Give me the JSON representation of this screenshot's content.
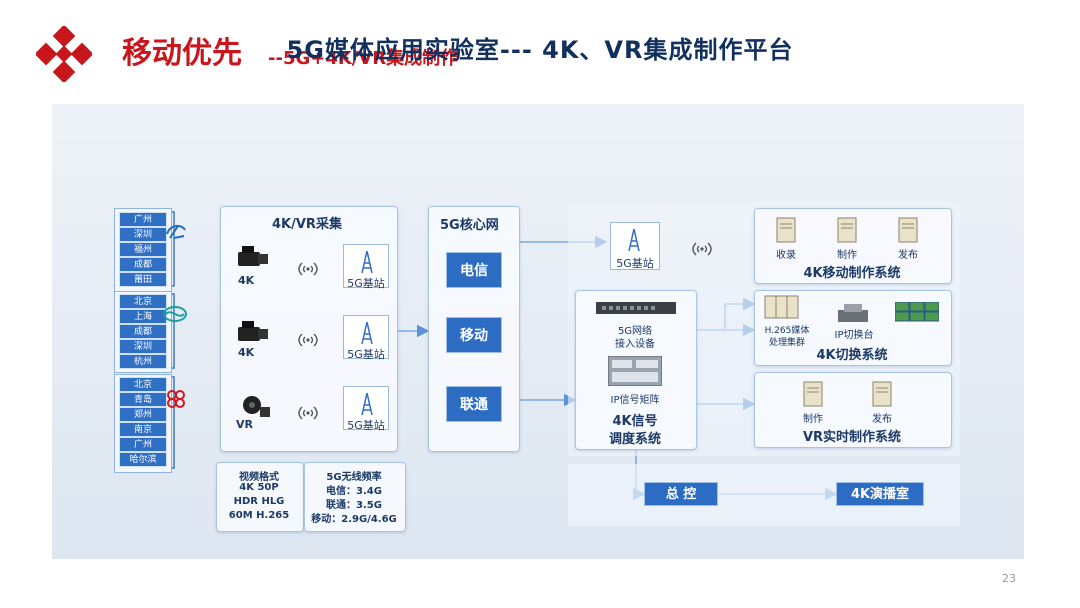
{
  "header": {
    "title_main": "移动优先",
    "title_sub": "--5G+4K/VR集成制作"
  },
  "diagram": {
    "title": "5G媒体应用实验室--- 4K、VR集成制作平台",
    "operators": [
      {
        "icon": "china-telecom-icon",
        "cities": [
          "广州",
          "深圳",
          "福州",
          "成都",
          "莆田"
        ]
      },
      {
        "icon": "china-mobile-icon",
        "cities": [
          "北京",
          "上海",
          "成都",
          "深圳",
          "杭州"
        ]
      },
      {
        "icon": "china-unicom-icon",
        "cities": [
          "北京",
          "青岛",
          "郑州",
          "南京",
          "广州",
          "哈尔滨"
        ]
      }
    ],
    "capture": {
      "title": "4K/VR采集",
      "rows": [
        {
          "camera": "4K",
          "base": "5G基站"
        },
        {
          "camera": "4K",
          "base": "5G基站"
        },
        {
          "camera": "VR",
          "base": "5G基站"
        }
      ]
    },
    "core": {
      "title": "5G核心网",
      "operators": [
        "电信",
        "移动",
        "联通"
      ]
    },
    "top_base": "5G基站",
    "dispatch": {
      "access": "5G网络\n接入设备",
      "matrix": "IP信号矩阵",
      "title_line1": "4K信号",
      "title_line2": "调度系统"
    },
    "mobile_sys": {
      "items": [
        "收录",
        "制作",
        "发布"
      ],
      "title": "4K移动制作系统"
    },
    "switch_sys": {
      "cluster": "H.265媒体\n处理集群",
      "switcher": "IP切换台",
      "title": "4K切换系统"
    },
    "vr_sys": {
      "items": [
        "制作",
        "发布"
      ],
      "title": "VR实时制作系统"
    },
    "bottom": {
      "master": "总 控",
      "studio": "4K演播室"
    },
    "video_format": {
      "lines": [
        "视频格式",
        "4K 50P",
        "HDR HLG",
        "60M H.265"
      ]
    },
    "frequency": {
      "lines": [
        "5G无线频率",
        "电信：3.4G",
        "联通：3.5G",
        "移动：2.9G/4.6G"
      ]
    }
  },
  "page_number": "23",
  "colors": {
    "brand_red": "#c8161d",
    "diagram_blue": "#2c6cc3",
    "navy": "#12305e"
  }
}
